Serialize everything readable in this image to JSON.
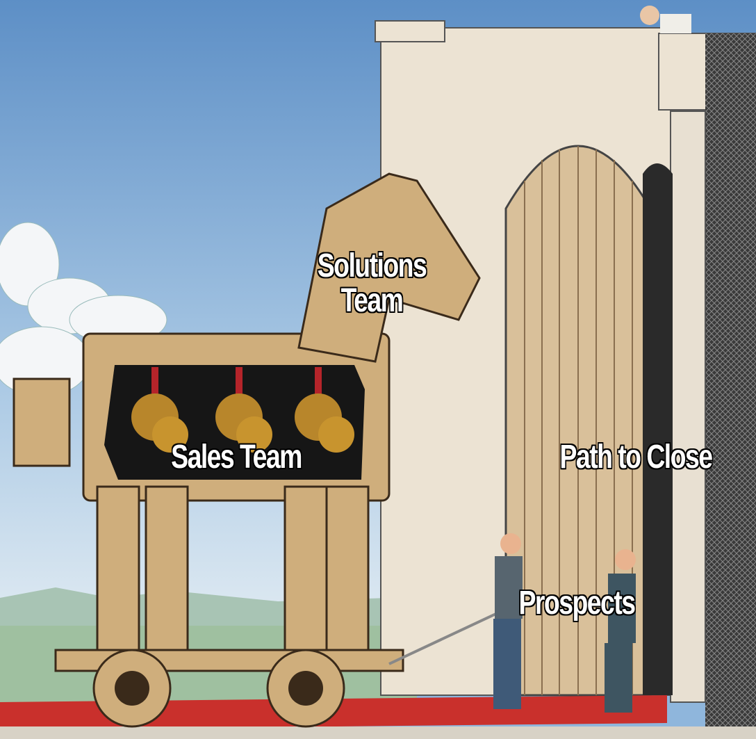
{
  "meme": {
    "template": "Trojan horse at castle gate",
    "captions": {
      "horse": "Solutions Team",
      "horse_line1": "Solutions",
      "horse_line2": "Team",
      "soldiers": "Sales Team",
      "gate": "Path to Close",
      "people": "Prospects"
    }
  },
  "colors": {
    "sky_top": "#5d8fc6",
    "sky_bottom": "#cfe2f0",
    "wall": "#ece3d3",
    "wood": "#cfae7c",
    "carpet": "#c9302c",
    "grass": "#9fc0a0"
  }
}
